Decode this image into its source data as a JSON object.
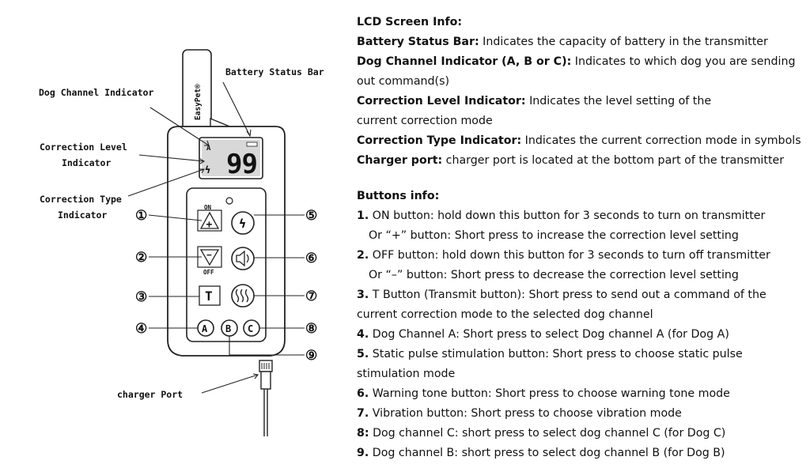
{
  "diagram": {
    "labels": {
      "battery_status_bar": "Battery Status Bar",
      "dog_channel_indicator": "Dog Channel Indicator",
      "correction_level_l1": "Correction Level",
      "correction_level_l2": "Indicator",
      "correction_type_l1": "Correction Type",
      "correction_type_l2": "Indicator",
      "charger_port": "charger Port"
    },
    "device": {
      "brand": "EasyPet®",
      "lcd_channel": "A",
      "lcd_level": "99",
      "on_label": "ON",
      "off_label": "OFF",
      "t_label": "T",
      "channel_a": "A",
      "channel_b": "B",
      "channel_c": "C",
      "plus_symbol": "+",
      "minus_symbol": "−"
    },
    "callouts": [
      "①",
      "②",
      "③",
      "④",
      "⑤",
      "⑥",
      "⑦",
      "⑧",
      "⑨"
    ]
  },
  "info": {
    "lcd_title": "LCD Screen Info:",
    "battery_label": "Battery Status Bar:",
    "battery_text": "Indicates the capacity of battery in the transmitter",
    "dog_channel_label": "Dog Channel Indicator (A, B or C):",
    "dog_channel_text": "Indicates to which dog you are sending out command(s)",
    "correction_level_label": "Correction Level Indicator:",
    "correction_level_text": "Indicates the level setting of the current correction mode",
    "correction_type_label": "Correction Type Indicator:",
    "correction_type_text": "Indicates the current correction mode in symbols",
    "charger_label": "Charger port:",
    "charger_text": "charger port is located at the bottom part of the transmitter",
    "buttons_title": "Buttons info:",
    "b1_num": "1.",
    "b1_text": "ON button: hold down this button for 3 seconds to turn on transmitter",
    "b1_sub": "Or “+” button: Short press to increase the correction level setting",
    "b2_num": "2.",
    "b2_text": "OFF button: hold down this button for 3 seconds to turn off transmitter",
    "b2_sub": "Or “–” button: Short press to decrease the correction level setting",
    "b3_num": "3.",
    "b3_text": "T Button (Transmit button): Short press to send out a command of the current correction mode to the selected dog channel",
    "b4_num": "4.",
    "b4_text": "Dog Channel A: Short press to select Dog channel A (for Dog A)",
    "b5_num": "5.",
    "b5_text": "Static pulse stimulation button: Short press to choose static pulse stimulation mode",
    "b6_num": "6.",
    "b6_text": "Warning tone button: Short press to choose warning tone mode",
    "b7_num": "7.",
    "b7_text": "Vibration button: Short press to choose vibration mode",
    "b8_num": "8:",
    "b8_text": "Dog channel C: short press to select dog channel C (for Dog C)",
    "b9_num": "9.",
    "b9_text": "Dog channel B: short press to select dog channel B (for Dog B)"
  }
}
